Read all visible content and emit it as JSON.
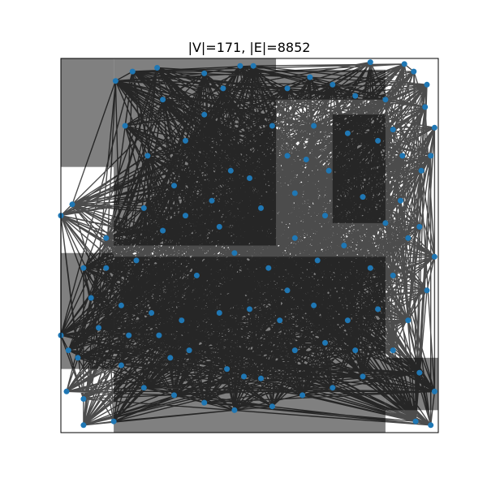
{
  "chart_data": {
    "type": "graph",
    "title": "|V|=171, |E|=8852",
    "num_vertices": 171,
    "num_edges": 8852,
    "xlabel": "",
    "ylabel": "",
    "axis_ticks": false,
    "grid": false,
    "background_regions_color": "#808080",
    "edge_color": "#000000",
    "node_color": "#1f77b4",
    "xlim": [
      0,
      1
    ],
    "ylim": [
      0,
      1
    ],
    "obstacles": [
      {
        "x0": 0.0,
        "x1": 0.14,
        "y0": 0.71,
        "y1": 1.0
      },
      {
        "x0": 0.14,
        "x1": 0.57,
        "y0": 0.5,
        "y1": 1.0
      },
      {
        "x0": 0.57,
        "x1": 0.86,
        "y0": 0.89,
        "y1": 0.97
      },
      {
        "x0": 0.72,
        "x1": 0.86,
        "y0": 0.56,
        "y1": 0.85
      },
      {
        "x0": 0.14,
        "x1": 0.86,
        "y0": 0.0,
        "y1": 0.47
      },
      {
        "x0": 0.0,
        "x1": 0.14,
        "y0": 0.17,
        "y1": 0.48
      },
      {
        "x0": 0.86,
        "x1": 1.0,
        "y0": 0.06,
        "y1": 0.2
      }
    ],
    "nodes": [
      [
        0.145,
        0.94
      ],
      [
        0.19,
        0.965
      ],
      [
        0.255,
        0.975
      ],
      [
        0.475,
        0.98
      ],
      [
        0.51,
        0.98
      ],
      [
        0.82,
        0.99
      ],
      [
        0.91,
        0.985
      ],
      [
        0.935,
        0.965
      ],
      [
        0.97,
        0.93
      ],
      [
        0.965,
        0.87
      ],
      [
        0.99,
        0.815
      ],
      [
        0.98,
        0.74
      ],
      [
        0.905,
        0.74
      ],
      [
        0.955,
        0.7
      ],
      [
        0.71,
        0.7
      ],
      [
        0.65,
        0.73
      ],
      [
        0.6,
        0.74
      ],
      [
        0.0,
        0.58
      ],
      [
        0.03,
        0.61
      ],
      [
        0.0,
        0.26
      ],
      [
        0.02,
        0.22
      ],
      [
        0.045,
        0.2
      ],
      [
        0.015,
        0.11
      ],
      [
        0.06,
        0.09
      ],
      [
        0.06,
        0.02
      ],
      [
        0.14,
        0.03
      ],
      [
        0.485,
        0.15
      ],
      [
        0.53,
        0.145
      ],
      [
        0.44,
        0.17
      ],
      [
        0.29,
        0.2
      ],
      [
        0.94,
        0.03
      ],
      [
        0.98,
        0.02
      ],
      [
        0.99,
        0.11
      ],
      [
        0.95,
        0.16
      ],
      [
        0.97,
        0.38
      ],
      [
        0.99,
        0.47
      ],
      [
        0.95,
        0.55
      ],
      [
        0.9,
        0.62
      ],
      [
        0.8,
        0.63
      ],
      [
        0.27,
        0.54
      ],
      [
        0.33,
        0.58
      ],
      [
        0.42,
        0.55
      ],
      [
        0.53,
        0.6
      ],
      [
        0.36,
        0.42
      ],
      [
        0.55,
        0.44
      ],
      [
        0.68,
        0.46
      ],
      [
        0.2,
        0.46
      ],
      [
        0.12,
        0.52
      ],
      [
        0.23,
        0.74
      ],
      [
        0.33,
        0.78
      ],
      [
        0.38,
        0.85
      ],
      [
        0.43,
        0.92
      ],
      [
        0.38,
        0.96
      ],
      [
        0.27,
        0.89
      ],
      [
        0.17,
        0.82
      ],
      [
        0.6,
        0.92
      ],
      [
        0.66,
        0.95
      ],
      [
        0.72,
        0.93
      ],
      [
        0.78,
        0.9
      ],
      [
        0.86,
        0.89
      ],
      [
        0.88,
        0.81
      ],
      [
        0.84,
        0.78
      ],
      [
        0.76,
        0.8
      ],
      [
        0.67,
        0.82
      ],
      [
        0.56,
        0.82
      ],
      [
        0.5,
        0.68
      ],
      [
        0.45,
        0.7
      ],
      [
        0.62,
        0.64
      ],
      [
        0.7,
        0.58
      ],
      [
        0.75,
        0.5
      ],
      [
        0.82,
        0.44
      ],
      [
        0.88,
        0.42
      ],
      [
        0.84,
        0.33
      ],
      [
        0.76,
        0.3
      ],
      [
        0.67,
        0.34
      ],
      [
        0.58,
        0.3
      ],
      [
        0.5,
        0.33
      ],
      [
        0.42,
        0.32
      ],
      [
        0.32,
        0.3
      ],
      [
        0.24,
        0.32
      ],
      [
        0.16,
        0.34
      ],
      [
        0.08,
        0.36
      ],
      [
        0.06,
        0.44
      ],
      [
        0.1,
        0.28
      ],
      [
        0.16,
        0.18
      ],
      [
        0.22,
        0.12
      ],
      [
        0.3,
        0.1
      ],
      [
        0.38,
        0.08
      ],
      [
        0.46,
        0.06
      ],
      [
        0.56,
        0.07
      ],
      [
        0.64,
        0.1
      ],
      [
        0.72,
        0.12
      ],
      [
        0.8,
        0.15
      ],
      [
        0.88,
        0.22
      ],
      [
        0.92,
        0.3
      ],
      [
        0.62,
        0.22
      ],
      [
        0.7,
        0.24
      ],
      [
        0.78,
        0.22
      ],
      [
        0.34,
        0.22
      ],
      [
        0.26,
        0.26
      ],
      [
        0.18,
        0.26
      ],
      [
        0.12,
        0.44
      ],
      [
        0.22,
        0.6
      ],
      [
        0.3,
        0.66
      ],
      [
        0.4,
        0.62
      ],
      [
        0.46,
        0.48
      ],
      [
        0.62,
        0.52
      ],
      [
        0.92,
        0.52
      ],
      [
        0.86,
        0.56
      ],
      [
        0.6,
        0.38
      ]
    ]
  }
}
